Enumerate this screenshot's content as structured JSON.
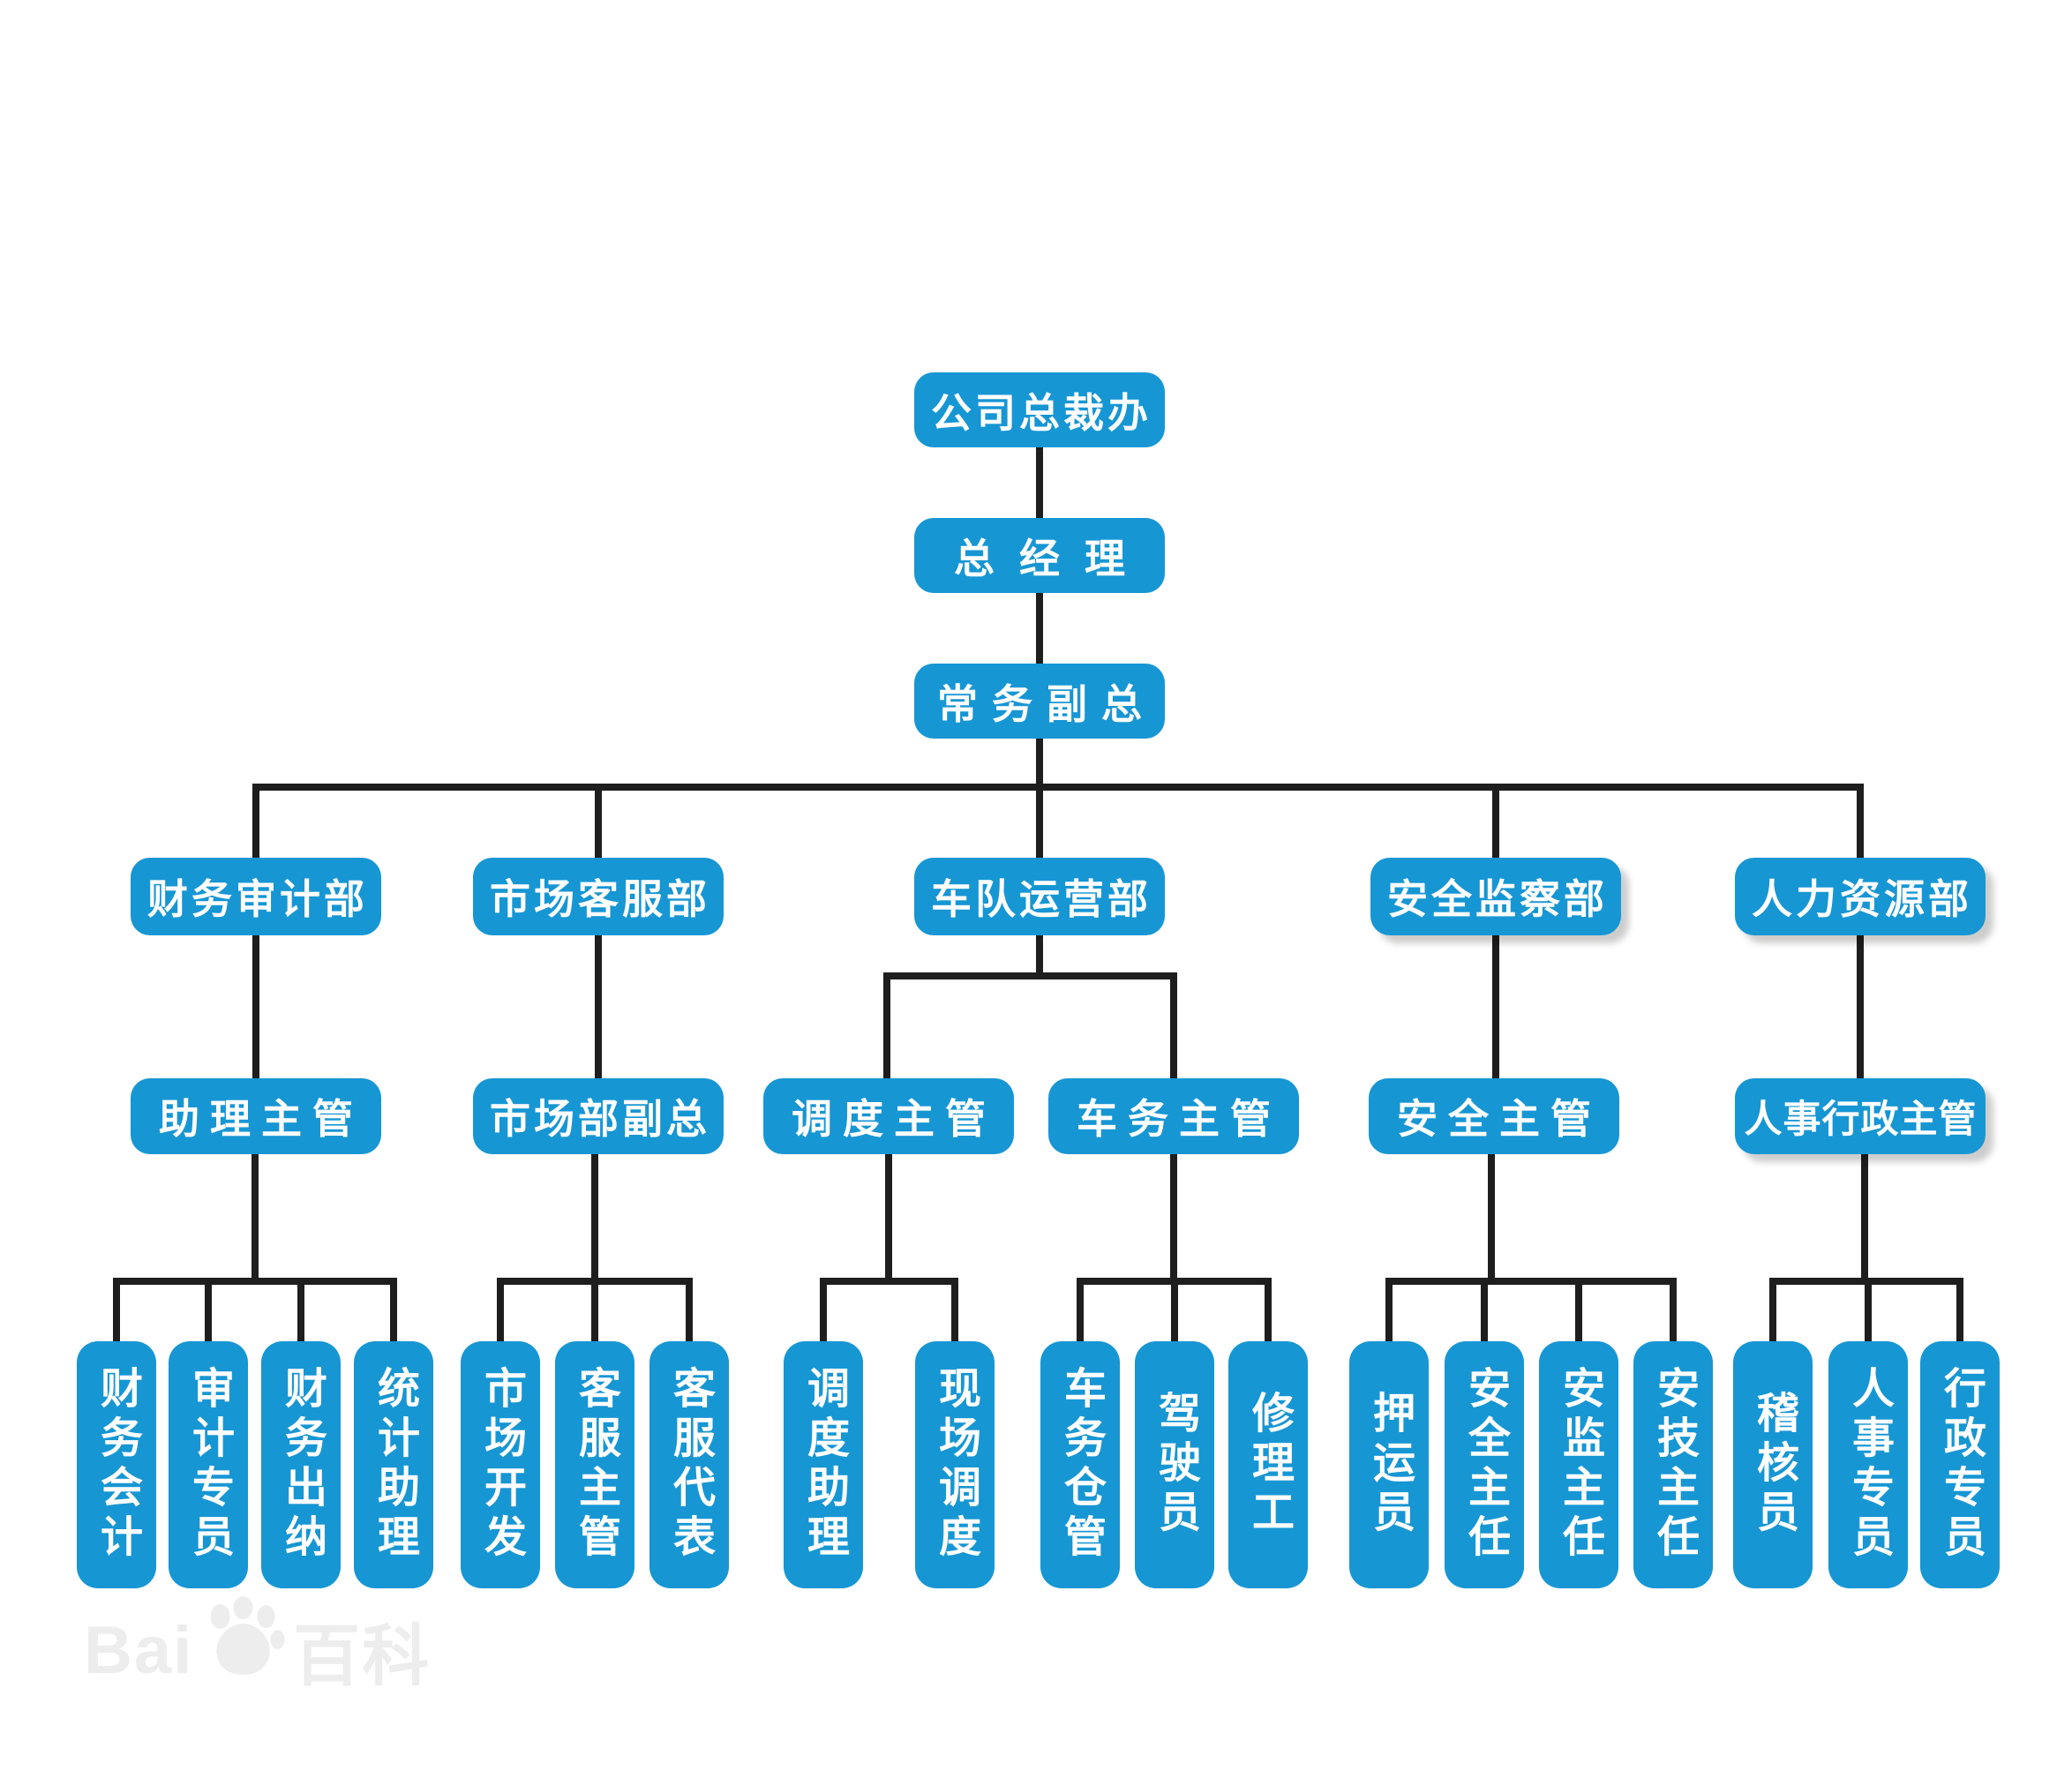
{
  "org": {
    "levels": [
      "公司总裁办",
      "总经理",
      "常务副总"
    ],
    "departments": [
      {
        "label": "财务审计部",
        "managers": [
          {
            "label": "助理主管",
            "staff": [
              "财务会计",
              "审计专员",
              "财务出纳",
              "统计助理"
            ]
          }
        ]
      },
      {
        "label": "市场客服部",
        "managers": [
          {
            "label": "市场部副总",
            "staff": [
              "市场开发",
              "客服主管",
              "客服代表"
            ]
          }
        ]
      },
      {
        "label": "车队运营部",
        "managers": [
          {
            "label": "调度主管",
            "staff": [
              "调度助理",
              "现场调度"
            ]
          },
          {
            "label": "车务主管",
            "staff": [
              "车务仓管",
              "驾驶员",
              "修理工"
            ]
          }
        ]
      },
      {
        "label": "安全监察部",
        "managers": [
          {
            "label": "安全主管",
            "staff": [
              "押运员",
              "安全主任",
              "安监主任",
              "安技主任"
            ]
          }
        ]
      },
      {
        "label": "人力资源部",
        "managers": [
          {
            "label": "人事行政主管",
            "staff": [
              "稽核员",
              "人事专员",
              "行政专员"
            ]
          }
        ]
      }
    ]
  },
  "watermark": {
    "brand": "Bai",
    "suffix": "百科",
    "icon": "baidu-paw"
  },
  "colors": {
    "box_blue": "#1796d4",
    "line_black": "#1e1e1e",
    "text_white": "#ffffff",
    "watermark_gray": "#ededed"
  }
}
